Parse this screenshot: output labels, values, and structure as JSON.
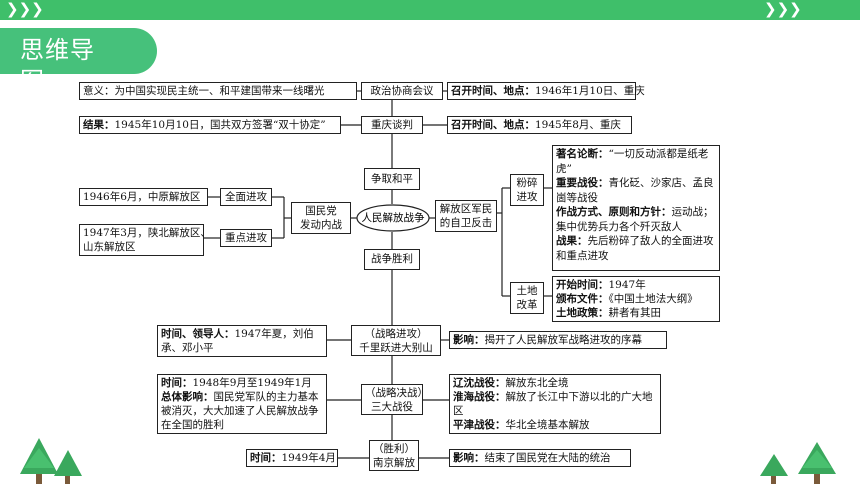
{
  "header": {
    "title": "思维导图"
  },
  "rows": {
    "r1": {
      "left": "意义：为中国实现民主统一、和平建国带来一线曙光",
      "center": "政治协商会议",
      "right_key": "召开时间、地点：",
      "right_val": "1946年1月10日、重庆"
    },
    "r2": {
      "left_key": "结果：",
      "left_val": "1945年10月10日，国共双方签署“双十协定”",
      "center": "重庆谈判",
      "right_key": "召开时间、地点：",
      "right_val": "1945年8月、重庆"
    }
  },
  "center_nodes": {
    "strive_peace": "争取和平",
    "war": "人民解放战争",
    "victory": "战争胜利",
    "kmt_line1": "国民党",
    "kmt_line2": "发动内战",
    "defense_line1": "解放区军民",
    "defense_line2": "的自卫反击"
  },
  "offensives": {
    "full": "全面进攻",
    "full_detail": "1946年6月，中原解放区",
    "key": "重点进攻",
    "key_detail_1": "1947年3月，陕北解放区、",
    "key_detail_2": "山东解放区"
  },
  "crush": {
    "label_1": "粉碎",
    "label_2": "进攻",
    "thesis_key": "著名论断：",
    "thesis_val": "“一切反动派都是纸老虎”",
    "battles_key": "重要战役：",
    "battles_val": "青化砭、沙家店、孟良崮等战役",
    "method_key": "作战方式、原则和方针：",
    "method_val": "运动战；集中优势兵力各个歼灭敌人",
    "result_key": "战果：",
    "result_val": "先后粉碎了敌人的全面进攻和重点进攻"
  },
  "land": {
    "label_1": "土地",
    "label_2": "改革",
    "start_key": "开始时间：",
    "start_val": "1947年",
    "doc_key": "颁布文件：",
    "doc_val": "《中国土地法大纲》",
    "policy_key": "土地政策：",
    "policy_val": "耕者有其田"
  },
  "dabie": {
    "center_1": "（战略进攻）",
    "center_2": "千里跃进大别山",
    "left_key": "时间、领导人：",
    "left_val": "1947年夏，刘伯承、邓小平",
    "right_key": "影响：",
    "right_val": "揭开了人民解放军战略进攻的序幕"
  },
  "three": {
    "center_1": "（战略决战）",
    "center_2": "三大战役",
    "time_key": "时间：",
    "time_val": "1948年9月至1949年1月",
    "impact_key": "总体影响：",
    "impact_val": "国民党军队的主力基本被消灭，大大加速了人民解放战争在全国的胜利",
    "b1_key": "辽沈战役：",
    "b1_val": "解放东北全境",
    "b2_key": "淮海战役：",
    "b2_val": "解放了长江中下游以北的广大地区",
    "b3_key": "平津战役：",
    "b3_val": "华北全境基本解放"
  },
  "nanjing": {
    "center_1": "（胜利）",
    "center_2": "南京解放",
    "left_key": "时间：",
    "left_val": "1949年4月",
    "right_key": "影响：",
    "right_val": "结束了国民党在大陆的统治"
  }
}
